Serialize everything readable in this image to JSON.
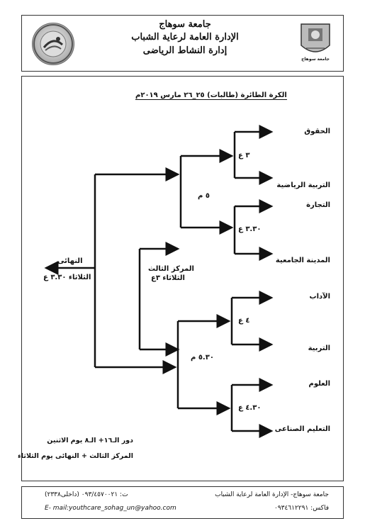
{
  "header": {
    "line1": "جامعة سوهاج",
    "line2": "الإدارة العامة لرعاية الشباب",
    "line3": "إدارة النشاط الرياضى",
    "logo_left": "youth-care-logo",
    "logo_right": "sohag-university-logo",
    "logo_right_caption": "جامعة سوهاج"
  },
  "title": "الكرة الطائرة (طالبات) ٢٥_٢٦ مارس ٢٠١٩م",
  "bracket": {
    "teams": [
      "الحقوق",
      "التربية الرياضية",
      "التجارة",
      "المدينة الجامعية",
      "الآداب",
      "التربية",
      "العلوم",
      "التعليم الصناعى"
    ],
    "round1_times": [
      "٣ ع",
      "٣.٣٠ ع",
      "٤ ع",
      "٤.٣٠ ع"
    ],
    "round2_times": [
      "٥ م",
      "٥.٣٠ م"
    ],
    "third_place": {
      "label": "المركز الثالث",
      "time": "الثلاثاء ٣ع"
    },
    "final": {
      "label": "النهائى",
      "time": "الثلاثاء ٣.٣٠ ع"
    }
  },
  "notes": {
    "line1": "دور الـ١٦+ الـ٨ يوم الاثنين",
    "line2": "المركز الثالث + النهائى يوم الثلاثاء"
  },
  "footer": {
    "org": "جامعة سوهاج- الإدارة العامة لرعاية الشباب",
    "fax": "فاكس: ٠٩٣٤٦١٢٢٩١",
    "tel": "ت: ٠٩٣/٤٥٧٠٠٢١ (داخلى٢٣٣٨)",
    "email": "E- mail:youthcare_sohag_un@yahoo.com"
  }
}
